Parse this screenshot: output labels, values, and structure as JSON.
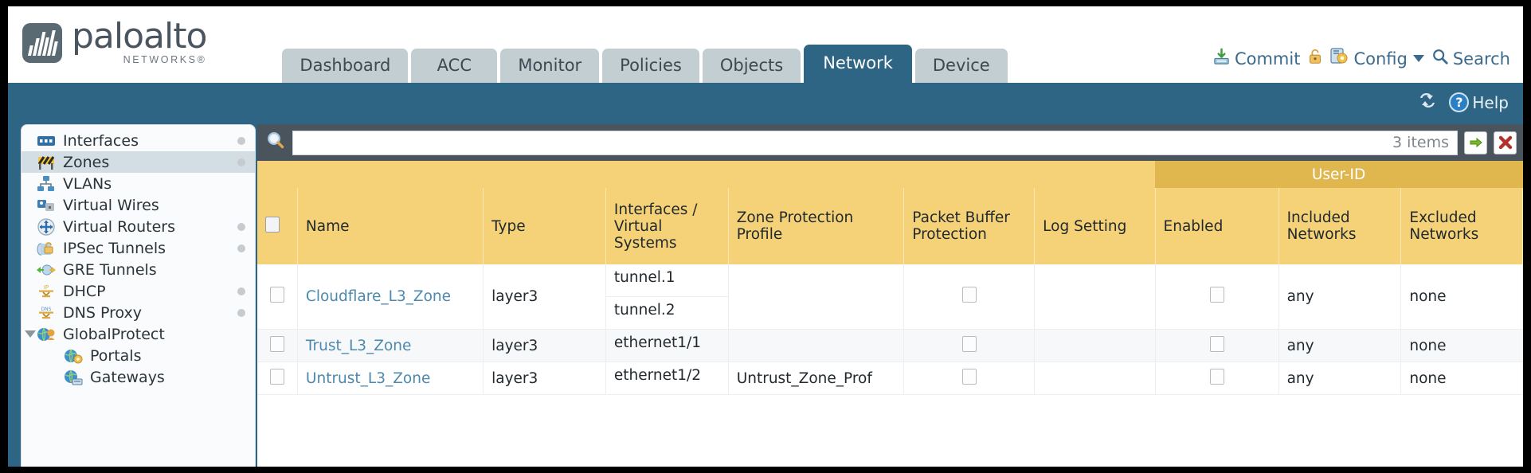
{
  "brand": {
    "name": "paloalto",
    "tagline": "NETWORKS",
    "registered": "®"
  },
  "nav": {
    "tabs": [
      {
        "label": "Dashboard",
        "active": false
      },
      {
        "label": "ACC",
        "active": false
      },
      {
        "label": "Monitor",
        "active": false
      },
      {
        "label": "Policies",
        "active": false
      },
      {
        "label": "Objects",
        "active": false
      },
      {
        "label": "Network",
        "active": true
      },
      {
        "label": "Device",
        "active": false
      }
    ]
  },
  "toolbar": {
    "commit_label": "Commit",
    "commit_icon": "commit-save-icon",
    "lock_icon": "padlock-icon",
    "config_label": "Config",
    "config_icon": "config-wrench-icon",
    "search_label": "Search",
    "search_icon": "search-icon"
  },
  "band": {
    "refresh_icon": "refresh-icon",
    "help_label": "Help",
    "help_icon": "help-question-icon"
  },
  "sidebar": {
    "items": [
      {
        "label": "Interfaces",
        "icon": "interfaces-icon",
        "dot": true,
        "selected": false,
        "child": false,
        "expander": false
      },
      {
        "label": "Zones",
        "icon": "zones-barrier-icon",
        "dot": true,
        "selected": true,
        "child": false,
        "expander": false
      },
      {
        "label": "VLANs",
        "icon": "vlans-icon",
        "dot": false,
        "selected": false,
        "child": false,
        "expander": false
      },
      {
        "label": "Virtual Wires",
        "icon": "virtual-wires-icon",
        "dot": false,
        "selected": false,
        "child": false,
        "expander": false
      },
      {
        "label": "Virtual Routers",
        "icon": "virtual-routers-icon",
        "dot": true,
        "selected": false,
        "child": false,
        "expander": false
      },
      {
        "label": "IPSec Tunnels",
        "icon": "ipsec-tunnels-icon",
        "dot": true,
        "selected": false,
        "child": false,
        "expander": false
      },
      {
        "label": "GRE Tunnels",
        "icon": "gre-tunnels-icon",
        "dot": false,
        "selected": false,
        "child": false,
        "expander": false
      },
      {
        "label": "DHCP",
        "icon": "dhcp-icon",
        "dot": true,
        "selected": false,
        "child": false,
        "expander": false
      },
      {
        "label": "DNS Proxy",
        "icon": "dns-proxy-icon",
        "dot": true,
        "selected": false,
        "child": false,
        "expander": false
      },
      {
        "label": "GlobalProtect",
        "icon": "globalprotect-icon",
        "dot": false,
        "selected": false,
        "child": false,
        "expander": true
      },
      {
        "label": "Portals",
        "icon": "portals-icon",
        "dot": false,
        "selected": false,
        "child": true,
        "expander": false
      },
      {
        "label": "Gateways",
        "icon": "gateways-icon",
        "dot": false,
        "selected": false,
        "child": true,
        "expander": false
      }
    ]
  },
  "filter": {
    "search_icon": "search-magnifier-icon",
    "value": "",
    "placeholder": "",
    "items_count": "3 items",
    "apply_icon": "green-arrow-apply-icon",
    "clear_icon": "red-x-clear-icon"
  },
  "table": {
    "group_header": {
      "label": "User-ID"
    },
    "columns": [
      "Name",
      "Type",
      "Interfaces / Virtual Systems",
      "Zone Protection Profile",
      "Packet Buffer Protection",
      "Log Setting",
      "Enabled",
      "Included Networks",
      "Excluded Networks"
    ],
    "rows": [
      {
        "name": "Cloudflare_L3_Zone",
        "type": "layer3",
        "interfaces": [
          "tunnel.1",
          "tunnel.2"
        ],
        "zone_protection_profile": "",
        "packet_buffer_protection": false,
        "log_setting": "",
        "userid_enabled": false,
        "included_networks": "any",
        "excluded_networks": "none"
      },
      {
        "name": "Trust_L3_Zone",
        "type": "layer3",
        "interfaces": [
          "ethernet1/1"
        ],
        "zone_protection_profile": "",
        "packet_buffer_protection": false,
        "log_setting": "",
        "userid_enabled": false,
        "included_networks": "any",
        "excluded_networks": "none"
      },
      {
        "name": "Untrust_L3_Zone",
        "type": "layer3",
        "interfaces": [
          "ethernet1/2"
        ],
        "zone_protection_profile": "Untrust_Zone_Prof",
        "packet_buffer_protection": false,
        "log_setting": "",
        "userid_enabled": false,
        "included_networks": "any",
        "excluded_networks": "none"
      }
    ]
  },
  "colors": {
    "brand_blue": "#2e6584",
    "header_yellow": "#f5d278",
    "group_header_yellow": "#e0b74e",
    "tab_inactive": "#c3ced2",
    "link_blue": "#4c89ad",
    "filter_bar": "#4a545c"
  }
}
